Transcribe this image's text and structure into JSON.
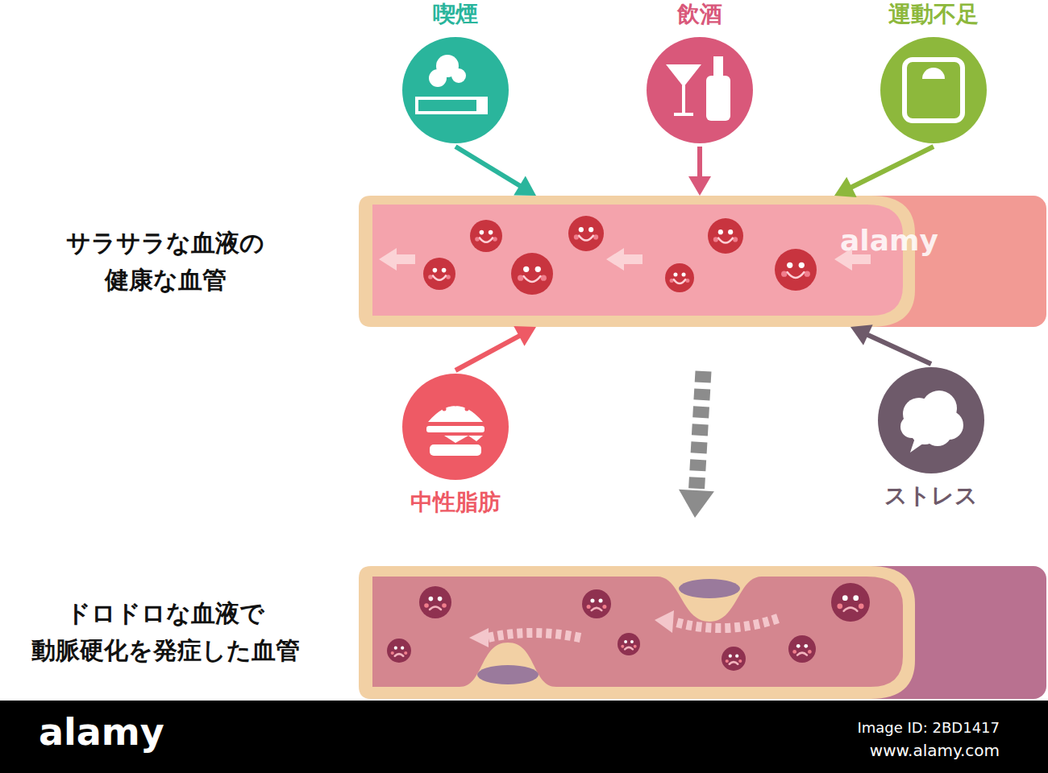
{
  "diagram": {
    "nodes": [
      {
        "text": [
          "喫煙"
        ]
      },
      {
        "text": [
          "飲酒"
        ]
      },
      {
        "text": [
          "運動不足"
        ]
      },
      {
        "text": [
          "サラサラな血液の 健康な血管"
        ]
      },
      {
        "text": [
          "中性脂肪"
        ]
      },
      {
        "text": [
          "ストレス"
        ]
      },
      {
        "text": [
          "ドロドロな血液で 動脈硬化を発症した血管"
        ]
      }
    ],
    "edges": [
      {
        "from": 0,
        "to": 3,
        "arrow": "to"
      },
      {
        "from": 1,
        "to": 3,
        "arrow": "to"
      },
      {
        "from": 2,
        "to": 3,
        "arrow": "to"
      },
      {
        "from": 4,
        "to": 3,
        "arrow": "to"
      },
      {
        "from": 5,
        "to": 3,
        "arrow": "to"
      },
      {
        "from": 3,
        "to": 6,
        "arrow": "to"
      }
    ],
    "labels": [
      "alamy",
      "alamy",
      "Image ID: 2BD1417",
      "www.alamy.com"
    ]
  }
}
